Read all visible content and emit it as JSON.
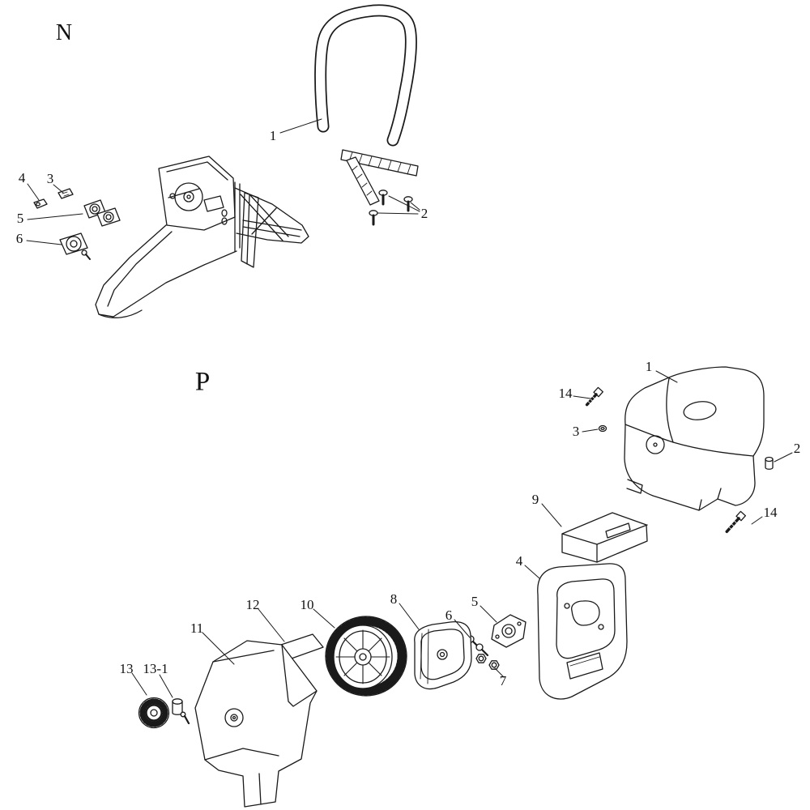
{
  "page": {
    "background_color": "#ffffff",
    "line_color": "#1a1a1a"
  },
  "sections": {
    "n": {
      "label": "N",
      "callouts": {
        "c1": "1",
        "c2": "2",
        "c3": "3",
        "c4": "4",
        "c5": "5",
        "c6": "6"
      }
    },
    "p": {
      "label": "P",
      "callouts": {
        "c1": "1",
        "c2": "2",
        "c3": "3",
        "c4": "4",
        "c5": "5",
        "c6": "6",
        "c7": "7",
        "c8": "8",
        "c9": "9",
        "c10": "10",
        "c11": "11",
        "c12": "12",
        "c13": "13",
        "c13_1": "13-1",
        "c14a": "14",
        "c14b": "14"
      }
    }
  }
}
